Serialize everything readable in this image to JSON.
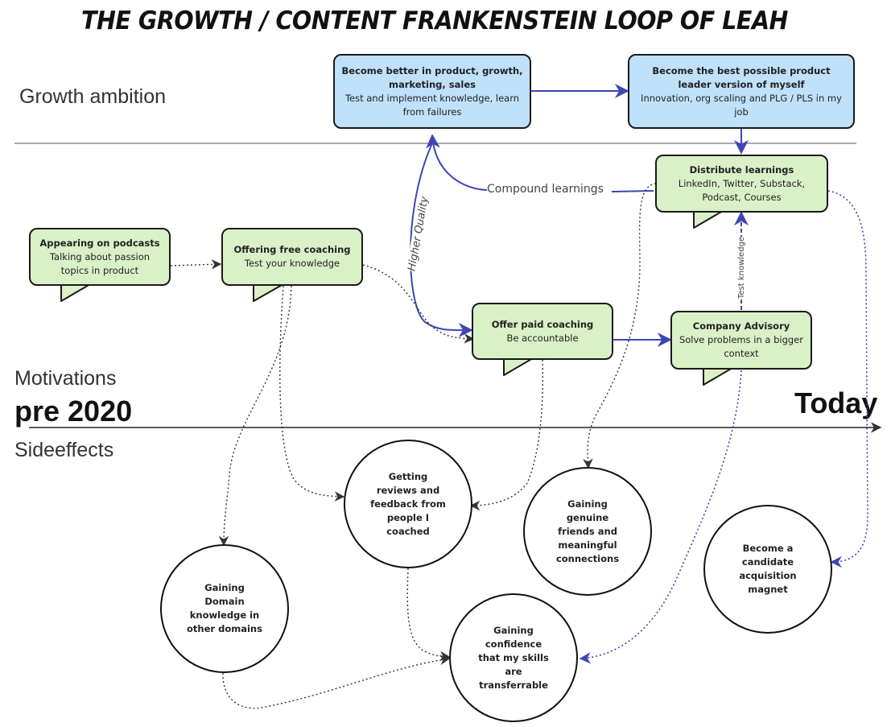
{
  "title": "THE GROWTH / CONTENT FRANKENSTEIN LOOP OF LEAH",
  "lanes": {
    "growth_ambition": "Growth ambition",
    "motivations": "Motivations",
    "sideeffects": "Sideeffects"
  },
  "timeline": {
    "start": "pre 2020",
    "end": "Today"
  },
  "nodes": {
    "become_better": {
      "title": "Become better in product, growth, marketing, sales",
      "subtitle": "Test and implement knowledge, learn from failures"
    },
    "best_leader": {
      "title": "Become the best possible product leader version of myself",
      "subtitle": "Innovation, org scaling and PLG / PLS in my job"
    },
    "distribute": {
      "title": "Distribute learnings",
      "subtitle": "LinkedIn, Twitter, Substack, Podcast, Courses"
    },
    "podcasts": {
      "title": "Appearing on podcasts",
      "subtitle": "Talking about passion topics in product"
    },
    "free_coaching": {
      "title": "Offering free coaching",
      "subtitle": "Test your knowledge"
    },
    "paid_coaching": {
      "title": "Offer paid coaching",
      "subtitle": "Be accountable"
    },
    "advisory": {
      "title": "Company Advisory",
      "subtitle": "Solve problems in a bigger context"
    }
  },
  "side_effects": {
    "reviews": "Getting reviews and feedback from people I coached",
    "friends": "Gaining genuine friends and meaningful connections",
    "magnet": "Become a candidate acquisition magnet",
    "domain": "Gaining Domain knowledge in other domains",
    "confidence": "Gaining confidence that my skills are transferrable"
  },
  "edge_labels": {
    "compound": "Compound learnings",
    "higher_quality": "Higher Quality",
    "test_knowledge": "Test knowledge"
  },
  "colors": {
    "blue_fill": "#bfe1fa",
    "green_fill": "#daf0c7",
    "arrow_blue": "#3f45b5",
    "arrow_dark": "#333333"
  }
}
